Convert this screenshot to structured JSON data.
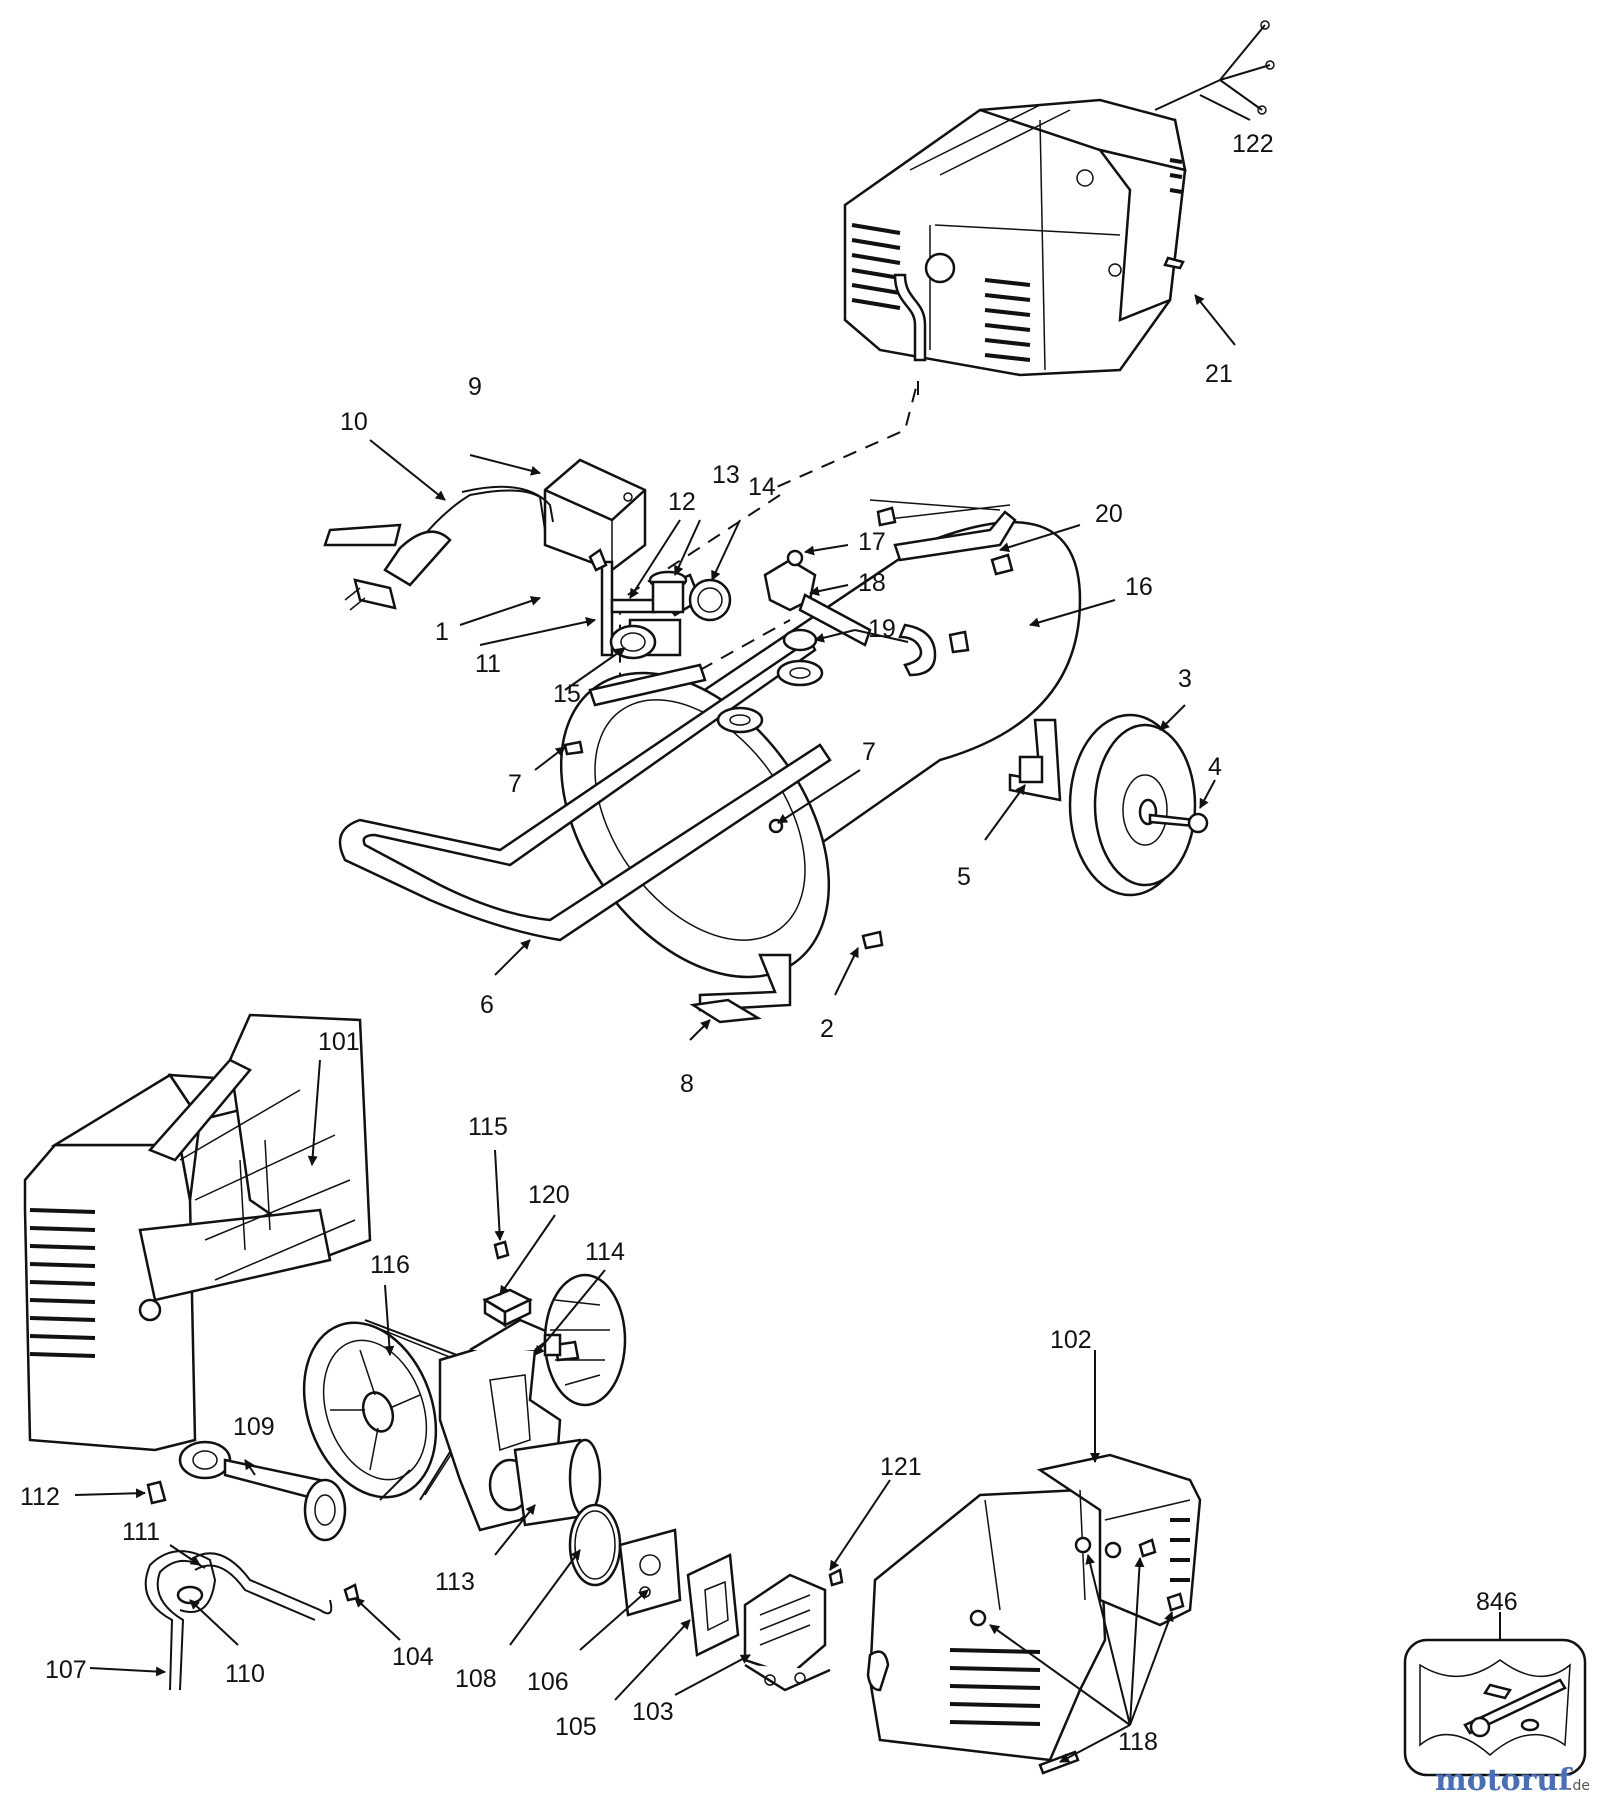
{
  "labels": {
    "l1": "1",
    "l2": "2",
    "l3": "3",
    "l4": "4",
    "l5": "5",
    "l6": "6",
    "l7a": "7",
    "l7b": "7",
    "l8": "8",
    "l9": "9",
    "l10": "10",
    "l11": "11",
    "l12": "12",
    "l13": "13",
    "l14": "14",
    "l15": "15",
    "l16": "16",
    "l17": "17",
    "l18": "18",
    "l19": "19",
    "l20": "20",
    "l21": "21",
    "l101": "101",
    "l102": "102",
    "l103": "103",
    "l104": "104",
    "l105": "105",
    "l106": "106",
    "l107": "107",
    "l108": "108",
    "l109": "109",
    "l110": "110",
    "l111": "111",
    "l112": "112",
    "l113": "113",
    "l114": "114",
    "l115": "115",
    "l116": "116",
    "l118": "118",
    "l120": "120",
    "l121": "121",
    "l122": "122",
    "l846": "846"
  },
  "watermark": {
    "brand": "motoruf",
    "tld": ".de"
  }
}
